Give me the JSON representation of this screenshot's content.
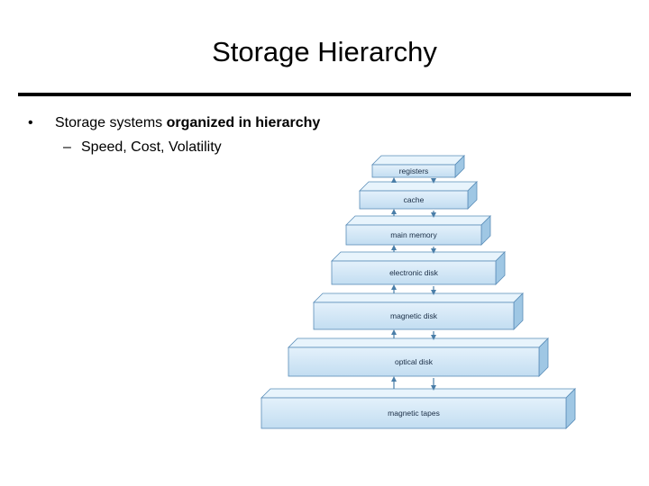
{
  "slide": {
    "title": "Storage Hierarchy",
    "bullet": {
      "marker": "•",
      "text_plain": "Storage systems ",
      "text_bold": "organized in hierarchy"
    },
    "sub_bullet": {
      "marker": "–",
      "text": "Speed, Cost, Volatility"
    }
  },
  "hierarchy": {
    "levels": [
      "registers",
      "cache",
      "main memory",
      "electronic disk",
      "magnetic disk",
      "optical disk",
      "magnetic tapes"
    ]
  },
  "colors": {
    "block_front": "#cfe6f6",
    "block_top": "#e8f4fc",
    "block_side": "#9fc7e4",
    "block_edge": "#5a8db8",
    "arrow": "#4a7ea8"
  }
}
